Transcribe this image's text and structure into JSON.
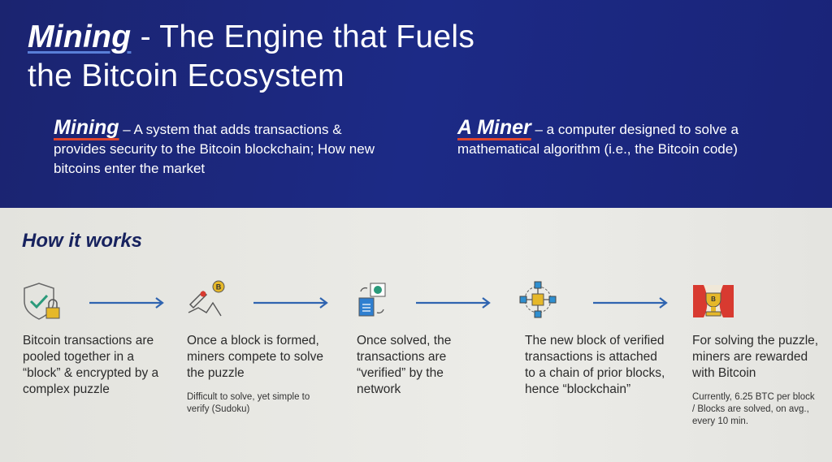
{
  "title": {
    "emphasis": "Mining",
    "rest_line1": " - The Engine that Fuels",
    "line2": "the Bitcoin Ecosystem"
  },
  "definitions": [
    {
      "term": "Mining",
      "text": " – A system that adds transactions & provides security to the Bitcoin blockchain; How new bitcoins enter the market"
    },
    {
      "term": "A Miner",
      "text": " – a computer designed to solve a mathematical algorithm (i.e., the Bitcoin code)"
    }
  ],
  "section_heading": "How it works",
  "steps": [
    {
      "icon": "shield-lock-icon",
      "text": "Bitcoin transactions are pooled together in a “block” & encrypted by a complex puzzle",
      "note": ""
    },
    {
      "icon": "pickaxe-bitcoin-icon",
      "text": "Once a block is formed, miners compete to solve the puzzle",
      "note": "Difficult to solve, yet simple to verify (Sudoku)"
    },
    {
      "icon": "verified-document-icon",
      "text": "Once solved, the transactions are “verified” by the network",
      "note": ""
    },
    {
      "icon": "block-network-icon",
      "text": "The new block of verified transactions is attached to a chain of prior blocks, hence “blockchain”",
      "note": ""
    },
    {
      "icon": "trophy-bitcoin-icon",
      "text": "For solving the puzzle, miners are rewarded with Bitcoin",
      "note": "Currently, 6.25 BTC per block / Blocks are solved, on avg., every 10 min."
    }
  ],
  "colors": {
    "header_bg": "#1c2a86",
    "accent_blue": "#2f64b0",
    "gold": "#e6b829",
    "teal": "#2a9a7a",
    "red": "#d83a30"
  }
}
